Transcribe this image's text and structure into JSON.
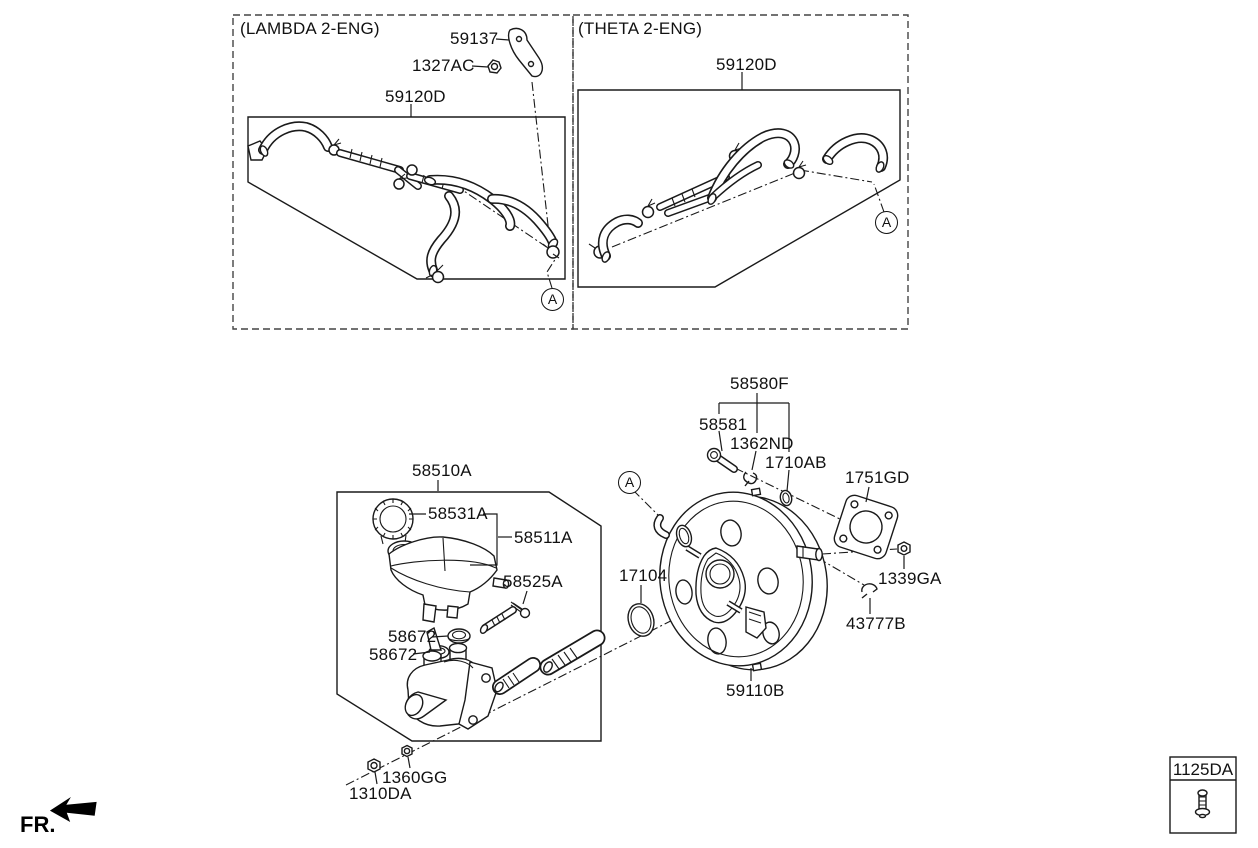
{
  "panels": {
    "lambda": {
      "title": "(LAMBDA 2-ENG)"
    },
    "theta": {
      "title": "(THETA 2-ENG)"
    }
  },
  "callouts": {
    "p59137": "59137",
    "p1327AC": "1327AC",
    "p59120D_lambda": "59120D",
    "p59120D_theta": "59120D",
    "p58580F": "58580F",
    "p58581": "58581",
    "p1362ND": "1362ND",
    "p1710AB": "1710AB",
    "p1751GD": "1751GD",
    "p17104": "17104",
    "p1339GA": "1339GA",
    "p43777B": "43777B",
    "p59110B": "59110B",
    "p58510A": "58510A",
    "p58531A": "58531A",
    "p58511A": "58511A",
    "p58525A": "58525A",
    "p58672_upper": "58672",
    "p58672_lower": "58672",
    "p1360GG": "1360GG",
    "p1310DA": "1310DA"
  },
  "view_markers": {
    "lambda": "A",
    "booster": "A",
    "theta": "A"
  },
  "legend": {
    "code": "1125DA"
  },
  "direction": {
    "label": "FR."
  },
  "colors": {
    "line": "#1a1a1a",
    "background": "#ffffff",
    "dashed_box": "#444444"
  }
}
